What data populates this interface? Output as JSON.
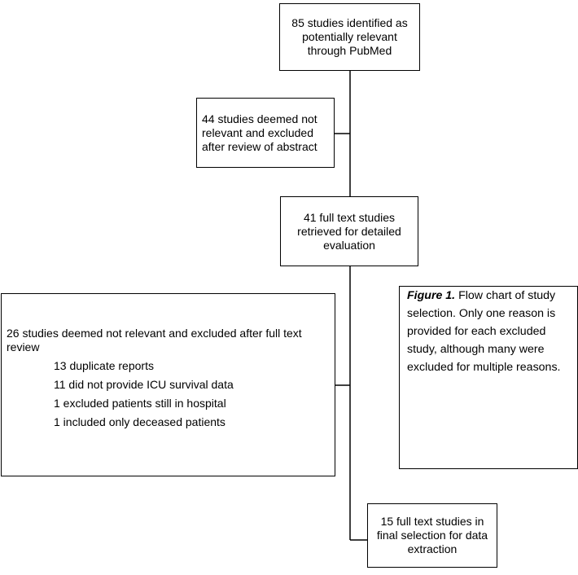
{
  "flowchart": {
    "identified": "85 studies identified as potentially relevant through PubMed",
    "excluded_abstract": "44 studies deemed not relevant and excluded after review of abstract",
    "retrieved": "41 full text studies retrieved for detailed evaluation",
    "excluded_fulltext": {
      "heading": "26 studies deemed not relevant and excluded after full text review",
      "reasons": [
        "13 duplicate reports",
        "11 did not provide ICU survival data",
        "1 excluded patients still in hospital",
        "1 included only deceased patients"
      ]
    },
    "final": "15 full text studies in final selection for data extraction"
  },
  "caption": {
    "label": "Figure 1.",
    "text": " Flow chart of study selection. Only one reason is provided for each excluded study, although many were excluded for multiple reasons."
  },
  "colors": {
    "line": "#000000",
    "background": "#ffffff"
  }
}
